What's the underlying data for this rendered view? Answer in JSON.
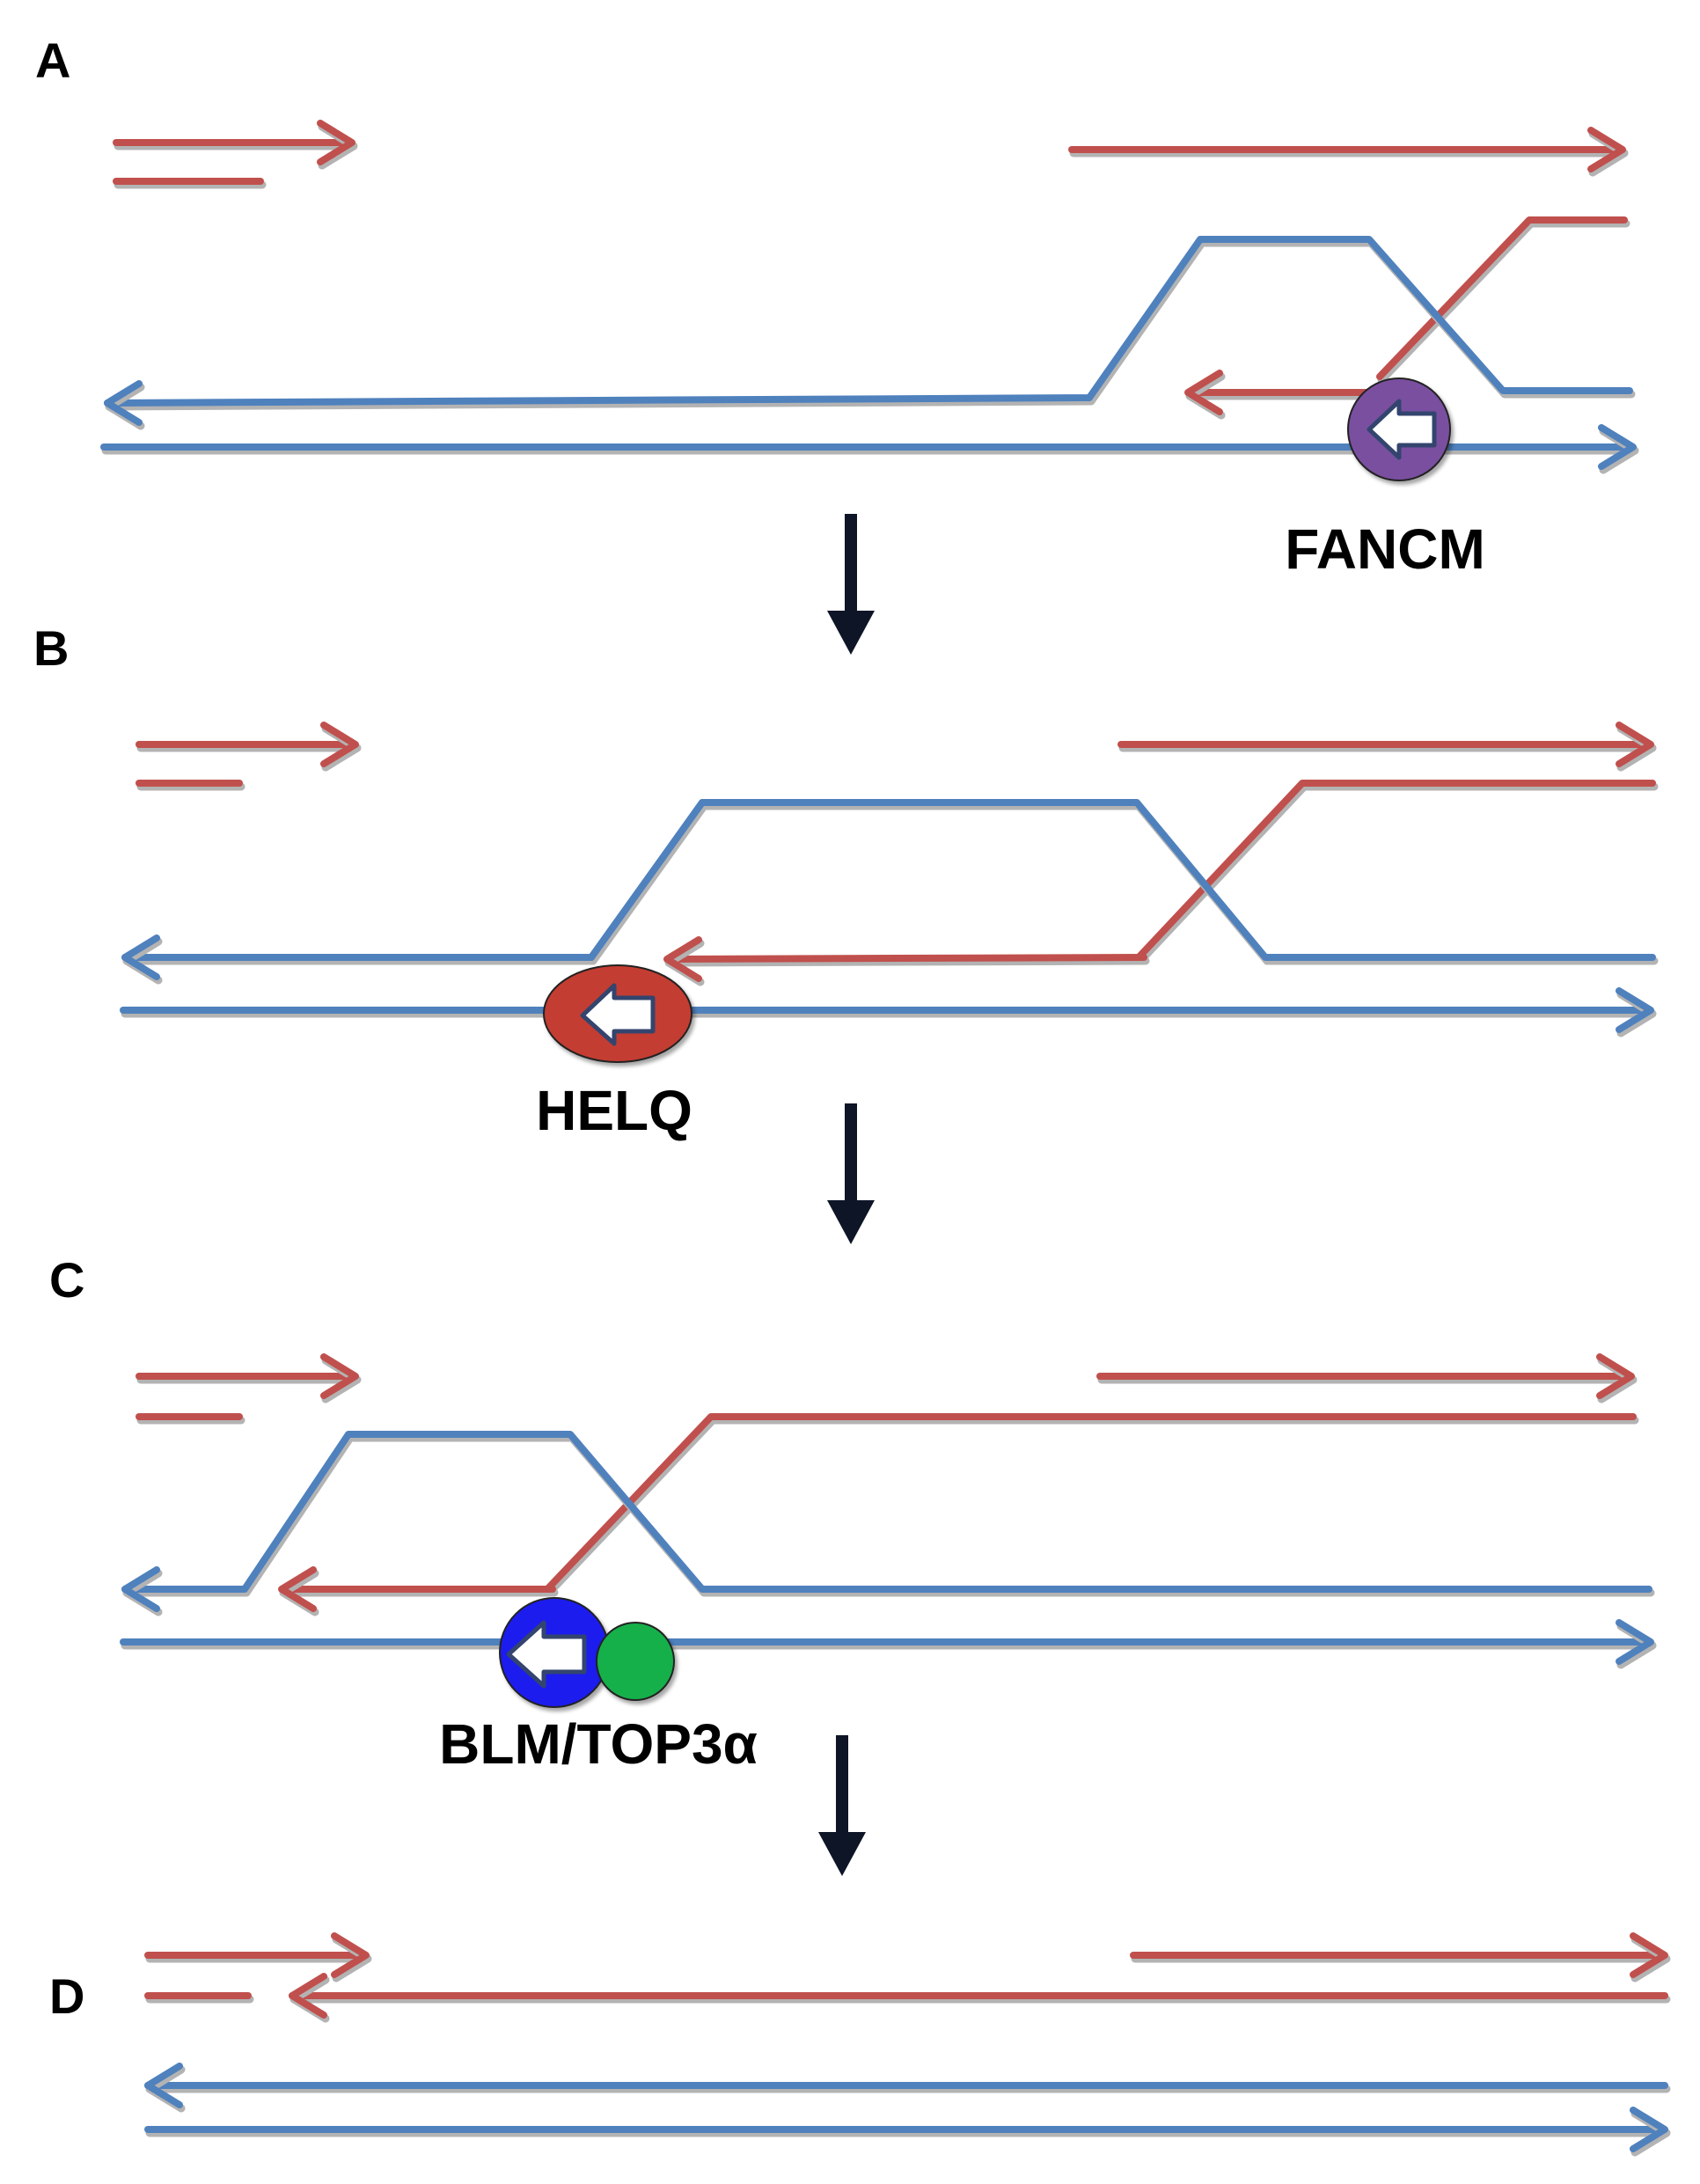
{
  "colors": {
    "red_strand": "#c0504d",
    "blue_strand": "#4f81bd",
    "shadow": "#b3b3b3",
    "step_arrow": "#0d1526",
    "fancm": "#7a4fa0",
    "helq": "#c43c30",
    "blm": "#1a1aef",
    "top3a": "#16b04b",
    "helicase_arrow_fill": "#ffffff",
    "helicase_arrow_stroke": "#33456e"
  },
  "panels": {
    "a": {
      "letter": "A",
      "protein": "FANCM"
    },
    "b": {
      "letter": "B",
      "protein": "HELQ"
    },
    "c": {
      "letter": "C",
      "protein": "BLM/TOP3α"
    },
    "d": {
      "letter": "D"
    }
  }
}
